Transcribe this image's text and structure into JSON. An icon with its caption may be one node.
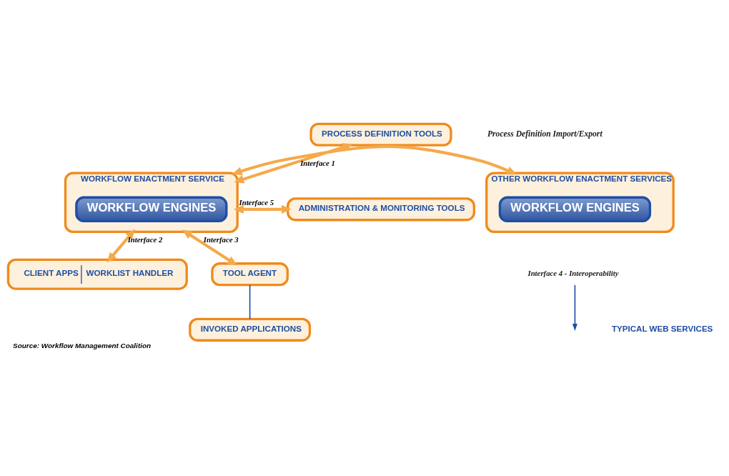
{
  "diagram": {
    "caption": "Source: Workflow Management Coalition",
    "nodes": [
      {
        "text": [
          "PROCESS DEFINITION TOOLS"
        ]
      },
      {
        "text": [
          "WORKFLOW ENACTMENT SERVICE"
        ]
      },
      {
        "text": [
          "WORKFLOW ENGINES"
        ],
        "in": 1
      },
      {
        "text": [
          "ADMINISTRATION & MONITORING TOOLS"
        ]
      },
      {
        "text": [
          "OTHER WORKFLOW ENACTMENT SERVICES"
        ]
      },
      {
        "text": [
          "WORKFLOW ENGINES"
        ],
        "in": 4
      },
      {
        "text": [
          "CLIENT APPS",
          "WORKLIST HANDLER"
        ]
      },
      {
        "text": [
          "TOOL AGENT"
        ]
      },
      {
        "text": [
          "INVOKED APPLICATIONS"
        ]
      },
      {
        "text": [
          "Interface 4 - Interoperability"
        ]
      }
    ],
    "edges": [
      {
        "from": 1,
        "to": 0,
        "arrow": "both",
        "label": "Interface 1"
      },
      {
        "from": 3,
        "to": 1,
        "arrow": "both",
        "label": "Interface 5"
      },
      {
        "from": 1,
        "to": 4,
        "arrow": "both"
      },
      {
        "from": 1,
        "to": 6,
        "arrow": "both",
        "label": "Interface 2"
      },
      {
        "from": 1,
        "to": 7,
        "arrow": "both",
        "label": "Interface 3"
      },
      {
        "from": 9,
        "to": null,
        "arrow": "to",
        "color": "#1f4ea3"
      },
      {
        "from": 7,
        "to": 8,
        "arrow": "none",
        "color": "#1f4ea3"
      }
    ],
    "labels": [
      "Process Definition Import/Export",
      "TYPICAL WEB SERVICES"
    ]
  }
}
